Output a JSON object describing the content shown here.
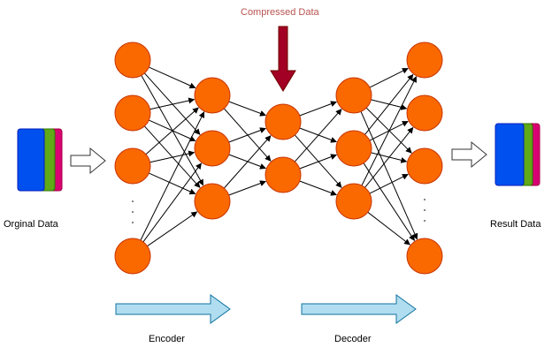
{
  "labels": {
    "compressed": "Compressed Data",
    "original": "Orginal Data",
    "result": "Result Data",
    "encoder": "Encoder",
    "decoder": "Decoder"
  },
  "colors": {
    "node_fill": "#fa6800",
    "node_stroke": "#c73500",
    "edge": "#000000",
    "compressed_arrow": "#a20025",
    "flow_arrow_fill": "#b1ddf0",
    "flow_arrow_stroke": "#10739e",
    "data_blue": "#0050ef",
    "data_green": "#60a917",
    "data_pink": "#d80073",
    "compressed_text": "#b85450"
  },
  "network": {
    "layers": [
      "input",
      "hidden-1",
      "bottleneck",
      "hidden-2",
      "output"
    ],
    "nodes_per_layer": [
      4,
      3,
      2,
      3,
      4
    ],
    "ellipsis_between_last_nodes": [
      true,
      false,
      false,
      false,
      true
    ],
    "fully_connected": true
  }
}
